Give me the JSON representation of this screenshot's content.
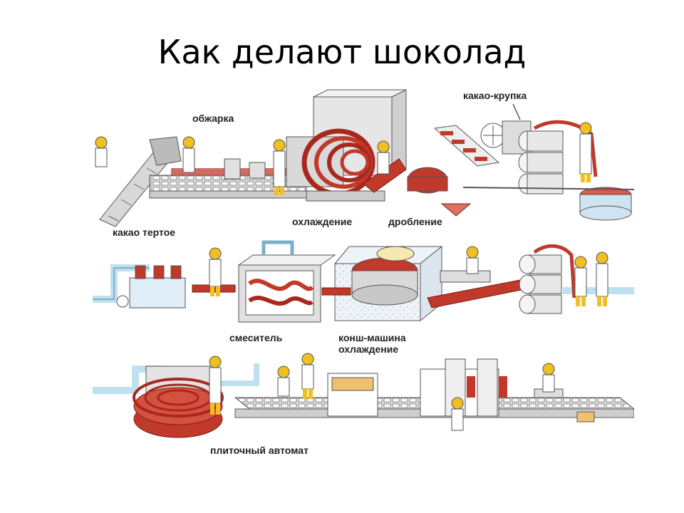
{
  "slide": {
    "title": "Как делают шоколад"
  },
  "diagram": {
    "labels": {
      "roasting": "обжарка",
      "cocoa_nibs": "какао-крупка",
      "cooling_1": "охлаждение",
      "crushing": "дробление",
      "cocoa_mass": "какао тертое",
      "mixer": "смеситель",
      "conche": "конш-машина",
      "cooling_2": "охлаждение",
      "tiling": "плиточный автомат"
    },
    "colors": {
      "chocolate": "#c0392b",
      "pipe": "#bfe0ef",
      "machine": "#e6e6e6",
      "worker_helmet": "#f0c020"
    }
  }
}
